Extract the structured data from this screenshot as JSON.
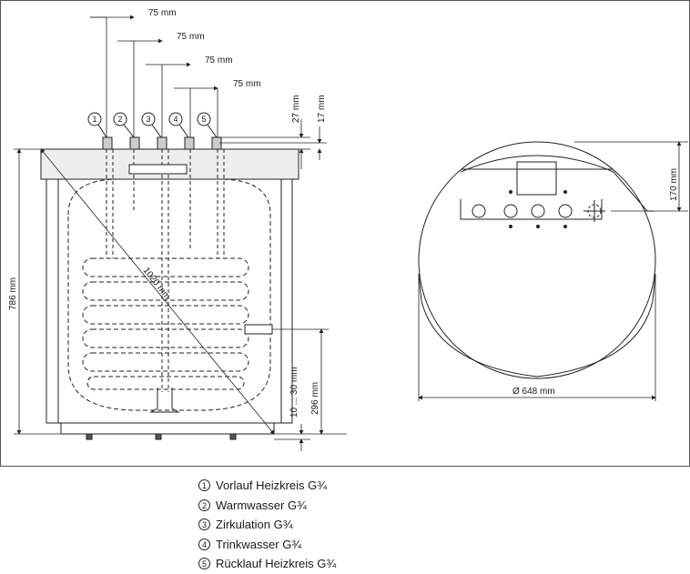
{
  "dimensions": {
    "pipe_spacing": [
      "75 mm",
      "75 mm",
      "75 mm",
      "75 mm"
    ],
    "top_offset_1": "27 mm",
    "top_offset_2": "17 mm",
    "height_total": "786 mm",
    "diagonal": "1020 mm",
    "bottom_adjust": "10 ... 30 mm",
    "sensor_height": "296 mm",
    "diameter": "Ø 648 mm",
    "top_view_depth": "170 mm"
  },
  "connection_markers": [
    "1",
    "2",
    "3",
    "4",
    "5"
  ],
  "legend": [
    {
      "num": "1",
      "label": "Vorlauf Heizkreis G¾"
    },
    {
      "num": "2",
      "label": "Warmwasser G¾"
    },
    {
      "num": "3",
      "label": "Zirkulation G¾"
    },
    {
      "num": "4",
      "label": "Trinkwasser G¾"
    },
    {
      "num": "5",
      "label": "Rücklauf Heizkreis G¾"
    }
  ]
}
